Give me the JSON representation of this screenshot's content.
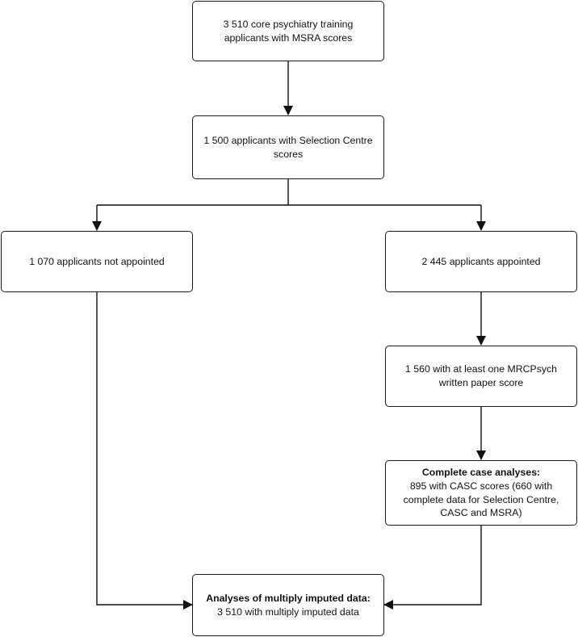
{
  "boxes": {
    "msra": {
      "text": "3 510 core psychiatry training applicants with MSRA scores"
    },
    "selection": {
      "text": "1 500 applicants with Selection Centre scores"
    },
    "not_appointed": {
      "text": "1 070 applicants not appointed"
    },
    "appointed": {
      "text": "2 445 applicants appointed"
    },
    "mrcpsych": {
      "text": "1 560 with at least one MRCPsych written paper score"
    },
    "complete_case": {
      "heading": "Complete case analyses:",
      "text": "895 with CASC scores (660 with complete data for Selection Centre, CASC and MSRA)"
    },
    "imputed": {
      "heading": "Analyses of multiply imputed data:",
      "text": "3 510 with multiply imputed data"
    }
  }
}
